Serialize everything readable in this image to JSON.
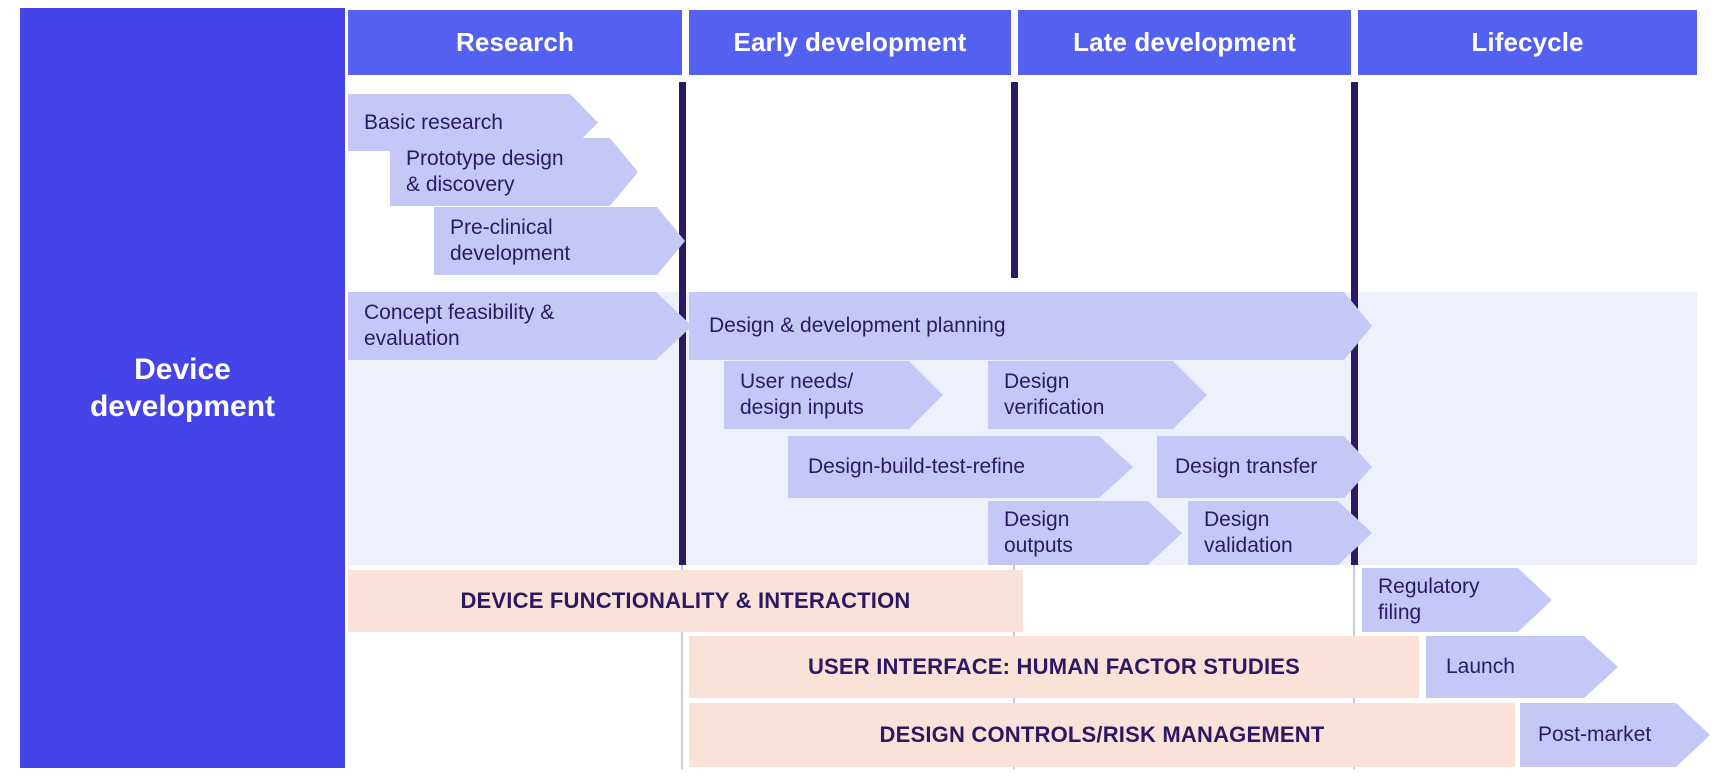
{
  "rail": {
    "label": "Device\ndevelopment"
  },
  "colors": {
    "rail_bg": "#4444e8",
    "header_bg": "#5360f0",
    "divider": "#2b1a63",
    "arrow_fill": "#c5c8f7",
    "panel_bg": "#eef0fb",
    "band_fill": "#fae2d8",
    "text_dark": "#2b1a63",
    "text_light": "#ffffff"
  },
  "header": {
    "columns": [
      {
        "label": "Research"
      },
      {
        "label": "Early development"
      },
      {
        "label": "Late development"
      },
      {
        "label": "Lifecycle"
      }
    ]
  },
  "arrows": [
    {
      "label": "Basic research"
    },
    {
      "label": "Prototype design\n& discovery"
    },
    {
      "label": "Pre-clinical\ndevelopment"
    },
    {
      "label": "Concept feasibility &\nevaluation"
    },
    {
      "label": "Design & development planning"
    },
    {
      "label": "User needs/\ndesign inputs"
    },
    {
      "label": "Design\nverification"
    },
    {
      "label": "Design-build-test-refine"
    },
    {
      "label": "Design transfer"
    },
    {
      "label": "Design\noutputs"
    },
    {
      "label": "Design\nvalidation"
    },
    {
      "label": "Regulatory\nfiling"
    },
    {
      "label": "Launch"
    },
    {
      "label": "Post-market"
    }
  ],
  "bands": [
    {
      "label": "DEVICE FUNCTIONALITY & INTERACTION"
    },
    {
      "label": "USER INTERFACE: HUMAN FACTOR STUDIES"
    },
    {
      "label": "DESIGN CONTROLS/RISK MANAGEMENT"
    }
  ]
}
